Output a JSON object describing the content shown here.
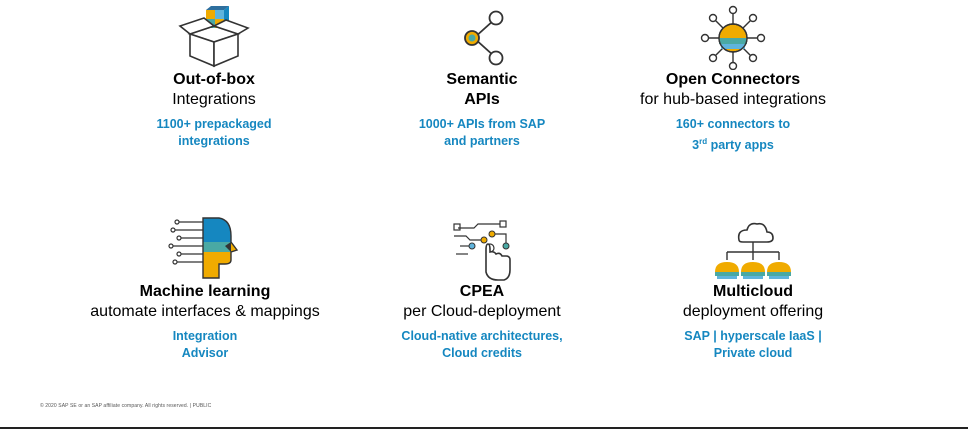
{
  "colors": {
    "accent_blue": "#1587c0",
    "gold": "#f0ab00",
    "teal": "#4aa9a4",
    "sky": "#5fb4dd",
    "outline": "#333333"
  },
  "cards": [
    {
      "icon": "open-box-icon",
      "title": "Out-of-box",
      "subtitle": "Integrations",
      "detail_line1": "1100+ prepackaged",
      "detail_line2": "integrations"
    },
    {
      "icon": "share-nodes-icon",
      "title_line1": "Semantic",
      "title_line2": "APIs",
      "detail_line1": "1000+ APIs from SAP",
      "detail_line2": "and partners"
    },
    {
      "icon": "connector-hub-icon",
      "title": "Open Connectors",
      "subtitle": "for hub-based integrations",
      "detail_line1": "160+ connectors to",
      "detail_line2_pre": "3",
      "detail_line2_sup": "rd",
      "detail_line2_post": " party apps"
    },
    {
      "icon": "ai-head-icon",
      "title": "Machine learning",
      "subtitle": "automate interfaces & mappings",
      "detail_line1": "Integration",
      "detail_line2": "Advisor"
    },
    {
      "icon": "hand-circuit-icon",
      "title": "CPEA",
      "subtitle": "per Cloud-deployment",
      "detail_line1": "Cloud-native architectures,",
      "detail_line2": "Cloud credits"
    },
    {
      "icon": "multicloud-icon",
      "title": "Multicloud",
      "subtitle": "deployment offering",
      "detail_line1": "SAP | hyperscale IaaS |",
      "detail_line2": "Private cloud"
    }
  ],
  "footer": {
    "text": "© 2020 SAP SE or an SAP affiliate company. All rights reserved.  |  PUBLIC"
  }
}
